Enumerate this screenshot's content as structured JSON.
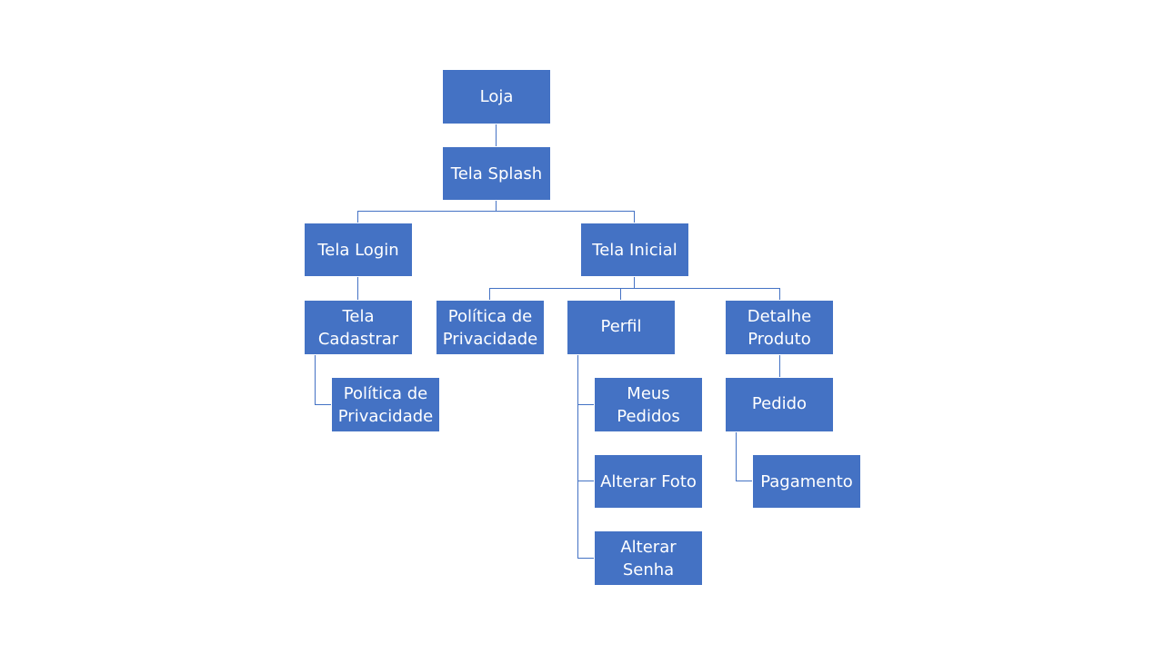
{
  "colors": {
    "box": "#4472c4",
    "text": "#ffffff",
    "line": "#4472c4",
    "background": "#ffffff"
  },
  "nodes": {
    "loja": "Loja",
    "tela_splash": "Tela Splash",
    "tela_login": "Tela Login",
    "tela_inicial": "Tela Inicial",
    "tela_cadastrar": "Tela Cadastrar",
    "politica_privacidade_login": "Política de Privacidade",
    "politica_privacidade_inicial": "Política de Privacidade",
    "perfil": "Perfil",
    "detalhe_produto": "Detalhe Produto",
    "meus_pedidos": "Meus Pedidos",
    "alterar_foto": "Alterar Foto",
    "alterar_senha": "Alterar Senha",
    "pedido": "Pedido",
    "pagamento": "Pagamento"
  }
}
